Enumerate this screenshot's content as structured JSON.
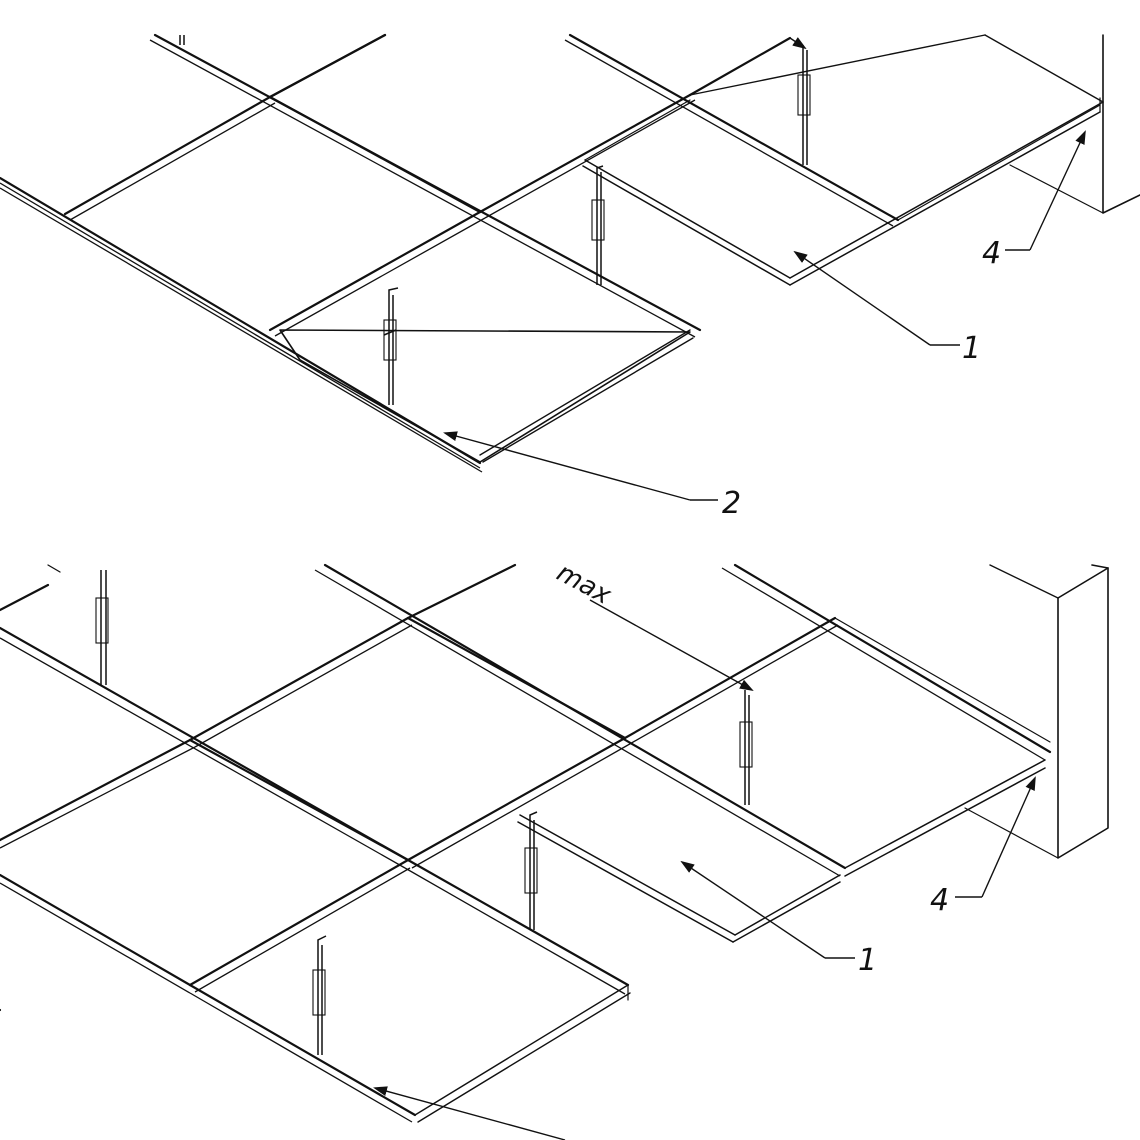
{
  "views": [
    {
      "callouts": [
        {
          "label": "1"
        },
        {
          "label": "2"
        },
        {
          "label": "4"
        }
      ]
    },
    {
      "partial_text": "max",
      "callouts": [
        {
          "label": "1"
        },
        {
          "label": "4"
        }
      ]
    }
  ]
}
